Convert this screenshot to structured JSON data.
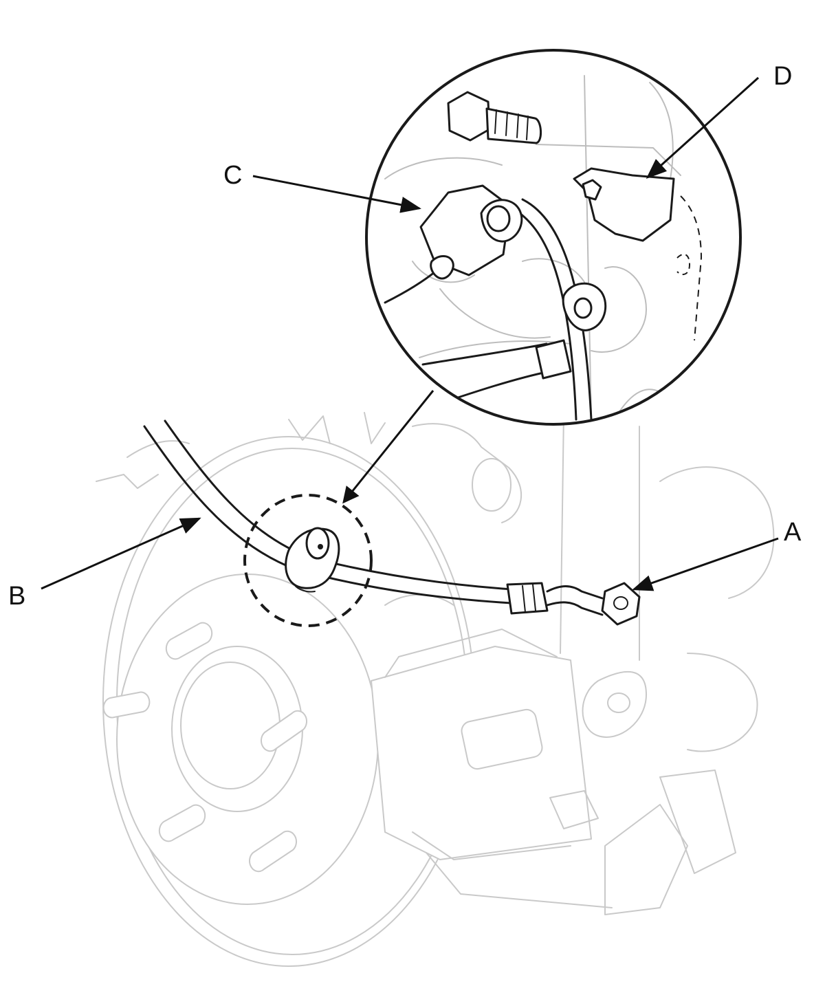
{
  "callouts": {
    "A": "A",
    "B": "B",
    "C": "C",
    "D": "D"
  },
  "colors": {
    "ink": "#1a1a1a",
    "ghost": "#c9c9c9",
    "background": "#ffffff"
  }
}
